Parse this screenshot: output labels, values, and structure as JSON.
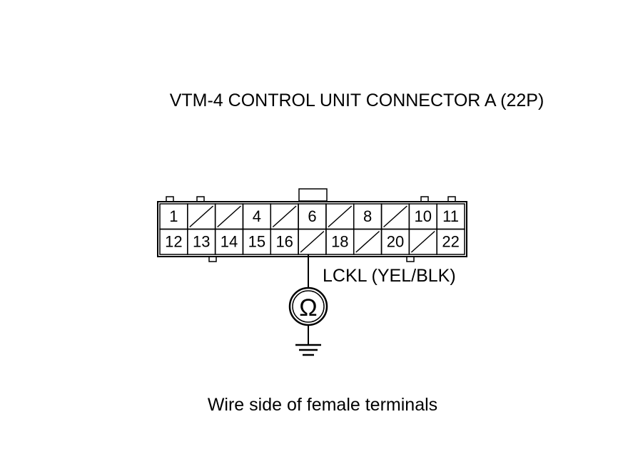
{
  "title": "VTM-4 CONTROL UNIT CONNECTOR A (22P)",
  "connector": {
    "top_row": [
      "1",
      "",
      "",
      "4",
      "",
      "6",
      "",
      "8",
      "",
      "10",
      "11"
    ],
    "bottom_row": [
      "12",
      "13",
      "14",
      "15",
      "16",
      "",
      "18",
      "",
      "20",
      "",
      "22"
    ]
  },
  "wire_label": "LCKL (YEL/BLK)",
  "meter_symbol": "Ω",
  "caption": "Wire side of female terminals"
}
